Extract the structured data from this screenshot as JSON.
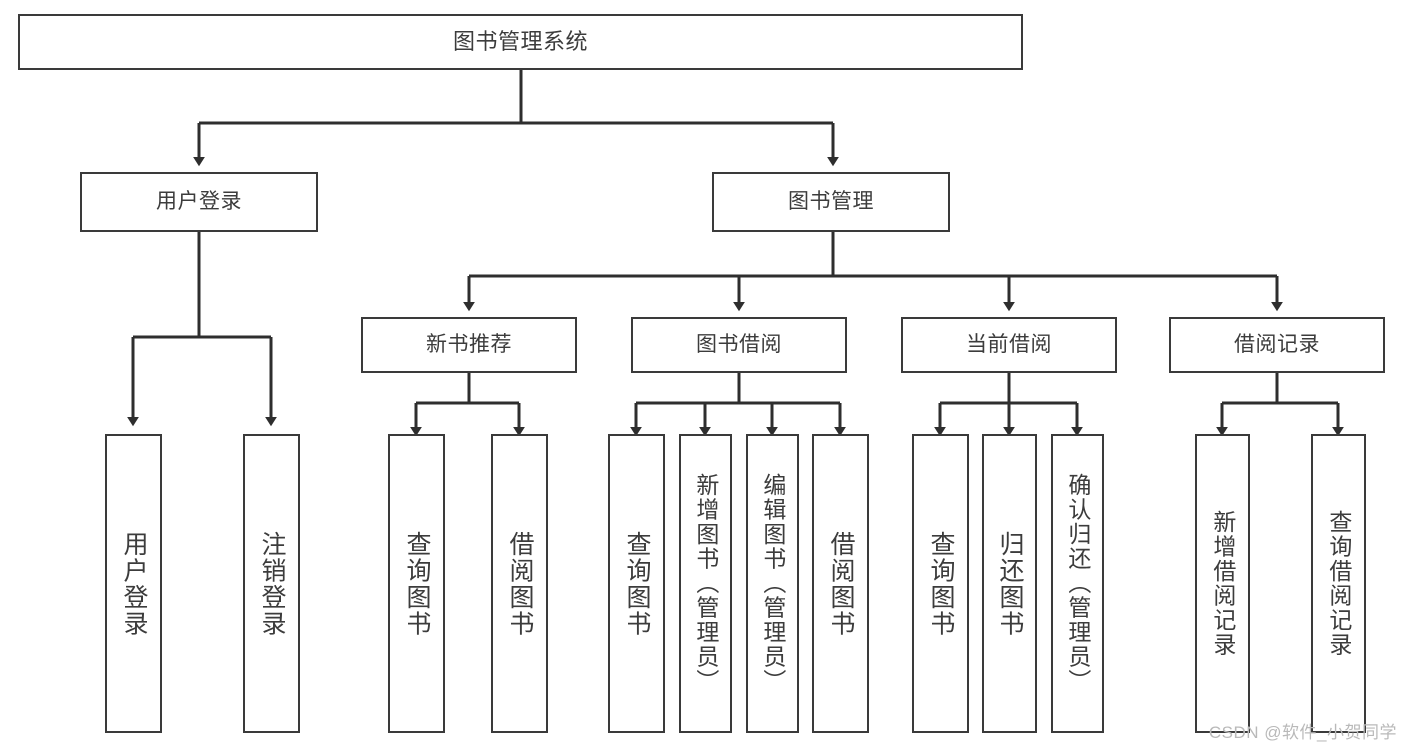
{
  "diagram": {
    "title": "图书管理系统",
    "type": "tree-hierarchy-functional-structure",
    "watermark": "CSDN @软件_小贺同学",
    "colors": {
      "box_border": "#3a3a3a",
      "box_fill": "#ffffff",
      "text": "#3c3c3c",
      "edge": "#2e2e2e",
      "background": "#ffffff",
      "watermark": "#b9b9b9"
    },
    "nodes": {
      "root": {
        "label": "图书管理系统"
      },
      "level1": [
        {
          "id": "user-login",
          "label": "用户登录"
        },
        {
          "id": "book-manage",
          "label": "图书管理"
        }
      ],
      "level2": [
        {
          "id": "new-book-recommend",
          "label": "新书推荐"
        },
        {
          "id": "book-borrow",
          "label": "图书借阅"
        },
        {
          "id": "current-borrow",
          "label": "当前借阅"
        },
        {
          "id": "borrow-record",
          "label": "借阅记录"
        }
      ],
      "leaves": {
        "user-login": [
          {
            "id": "leaf-user-login",
            "label": "用户登录"
          },
          {
            "id": "leaf-logout-login",
            "label": "注销登录"
          }
        ],
        "new-book-recommend": [
          {
            "id": "leaf-query-book-1",
            "label": "查询图书"
          },
          {
            "id": "leaf-borrow-book-1",
            "label": "借阅图书"
          }
        ],
        "book-borrow": [
          {
            "id": "leaf-query-book-2",
            "label": "查询图书"
          },
          {
            "id": "leaf-add-book",
            "label": "新增图书（管理员）"
          },
          {
            "id": "leaf-edit-book",
            "label": "编辑图书（管理员）"
          },
          {
            "id": "leaf-borrow-book-2",
            "label": "借阅图书"
          }
        ],
        "current-borrow": [
          {
            "id": "leaf-query-book-3",
            "label": "查询图书"
          },
          {
            "id": "leaf-return-book",
            "label": "归还图书"
          },
          {
            "id": "leaf-confirm-return",
            "label": "确认归还（管理员）"
          }
        ],
        "borrow-record": [
          {
            "id": "leaf-add-record",
            "label": "新增借阅记录"
          },
          {
            "id": "leaf-query-record",
            "label": "查询借阅记录"
          }
        ]
      }
    }
  }
}
